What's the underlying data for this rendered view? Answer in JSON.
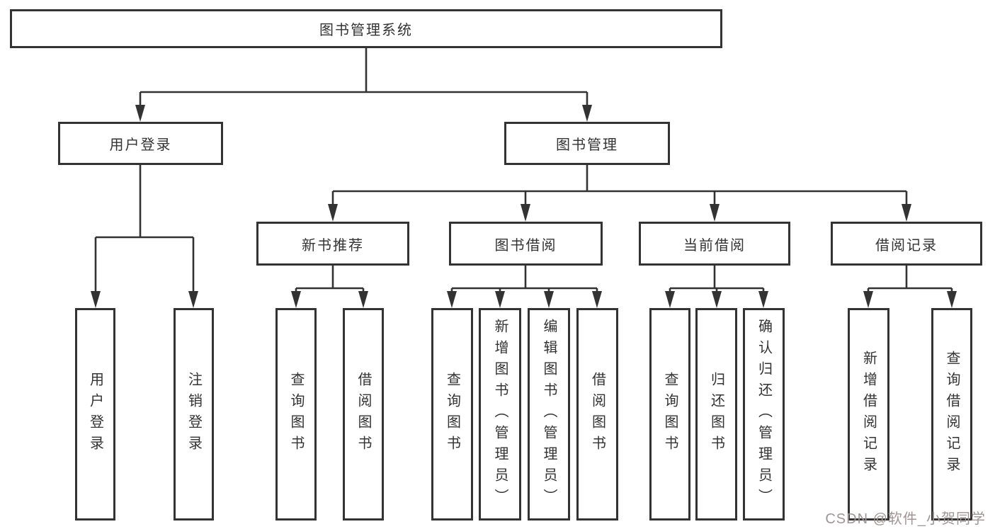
{
  "diagram": {
    "root": "图书管理系统",
    "branches": {
      "user_login": {
        "label": "用户登录",
        "children": [
          "用户登录",
          "注销登录"
        ]
      },
      "book_mgmt": {
        "label": "图书管理",
        "sections": [
          {
            "label": "新书推荐",
            "children": [
              "查询图书",
              "借阅图书"
            ]
          },
          {
            "label": "图书借阅",
            "children": [
              "查询图书",
              "新增图书（管理员）",
              "编辑图书（管理员）",
              "借阅图书"
            ]
          },
          {
            "label": "当前借阅",
            "children": [
              "查询图书",
              "归还图书",
              "确认归还（管理员）"
            ]
          },
          {
            "label": "借阅记录",
            "children": [
              "新增借阅记录",
              "查询借阅记录"
            ]
          }
        ]
      }
    },
    "line_color": "#333333",
    "box_border_color": "#333333",
    "box_fill_color": "#ffffff"
  },
  "watermark": {
    "text": "CSDN @软件_小贺同学",
    "color": "#a09494"
  }
}
